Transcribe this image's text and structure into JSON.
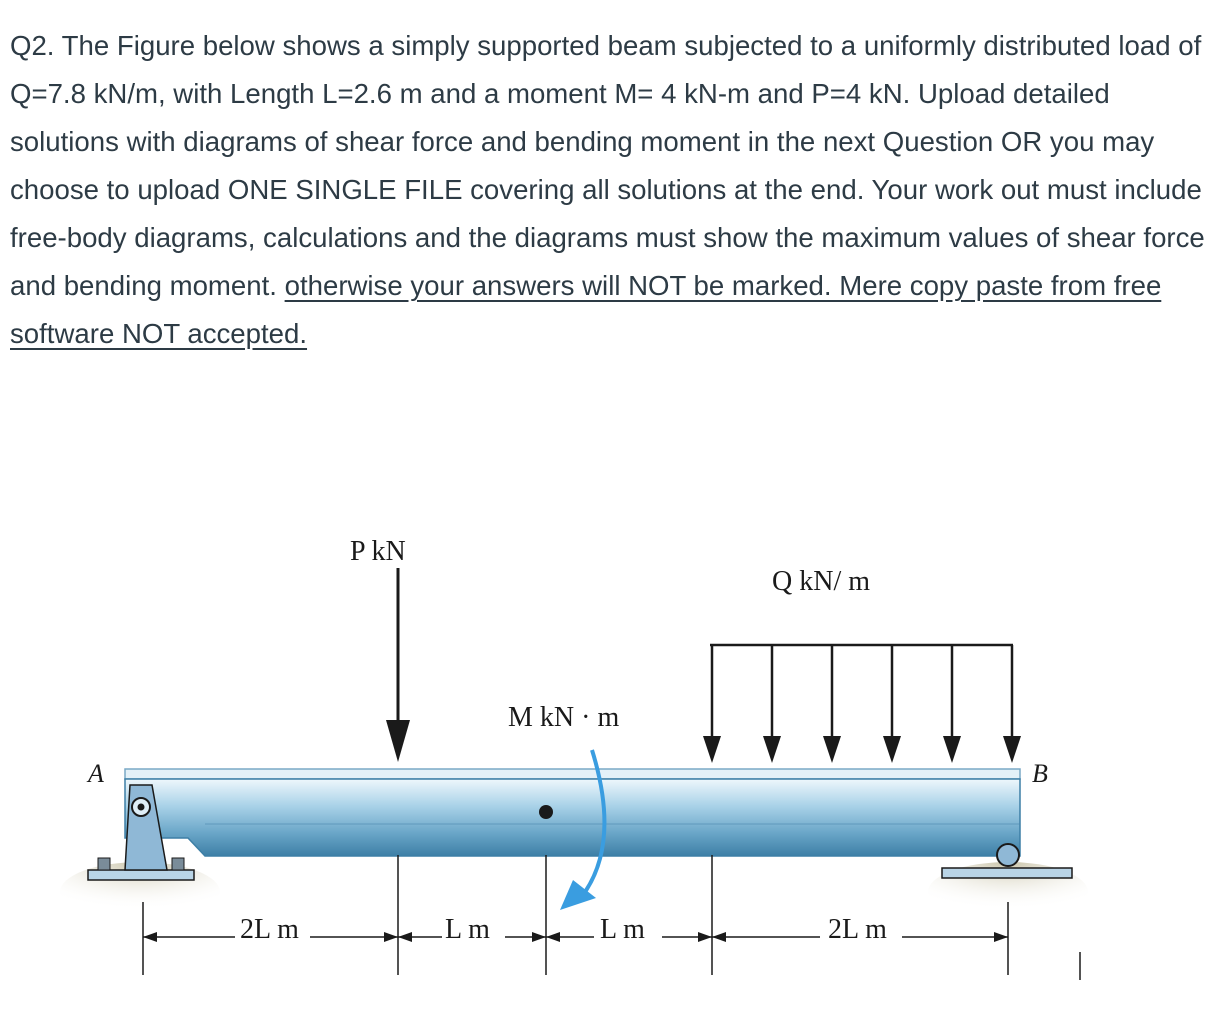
{
  "question": {
    "text": "Q2. The Figure below shows a simply supported beam subjected to a uniformly distributed load of Q=7.8 kN/m, with Length L=2.6 m and a moment M= 4 kN-m and P=4 kN. Upload detailed solutions with diagrams of shear force and bending moment in the next Question OR you may choose to upload ONE SINGLE FILE covering all solutions at the end. Your work out must include free-body diagrams, calculations and the diagrams must show the maximum values of shear force and bending moment.",
    "warning": "otherwise your answers will NOT be marked. Mere copy paste from free software NOT accepted."
  },
  "figure": {
    "point_load_label": "P kN",
    "udl_label": "Q kN/ m",
    "moment_label": "M kN · m",
    "support_a_label": "A",
    "support_b_label": "B",
    "dimensions": [
      "2L m",
      "L m",
      "L m",
      "2L m"
    ]
  },
  "colors": {
    "beam_light": "#d6ecf7",
    "beam_mid": "#7fb7d6",
    "beam_dark": "#3d7fa6",
    "moment_arrow": "#3a9de0",
    "support": "#8fb8d6",
    "ground": "#c9c3a8"
  }
}
